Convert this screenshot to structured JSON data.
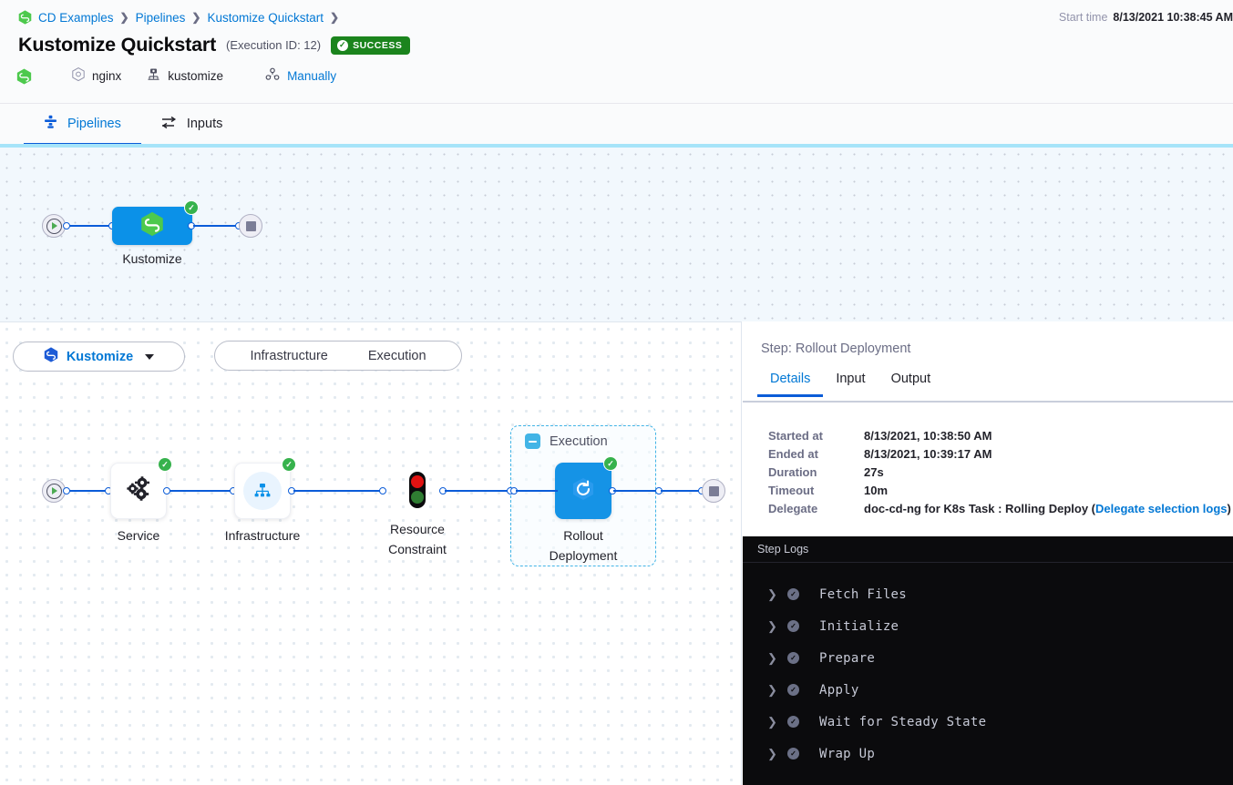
{
  "header": {
    "breadcrumb": [
      {
        "label": "CD Examples",
        "icon": "harness-hexagon-icon"
      },
      {
        "label": "Pipelines"
      },
      {
        "label": "Kustomize Quickstart"
      }
    ],
    "start_time_label": "Start time",
    "start_time_value": "8/13/2021 10:38:45 AM",
    "title": "Kustomize Quickstart",
    "execution_id": "(Execution ID: 12)",
    "status_badge": "SUCCESS",
    "meta": {
      "service_icon": "harness-hexagon-icon",
      "artifact_icon": "docker-hexagon-icon",
      "artifact": "nginx",
      "infra_icon": "kubernetes-service-icon",
      "infra": "kustomize",
      "trigger_icon": "trigger-icon",
      "trigger": "Manually"
    }
  },
  "tabs": [
    {
      "label": "Pipelines",
      "icon": "pipeline-icon",
      "active": true
    },
    {
      "label": "Inputs",
      "icon": "inputs-icon",
      "active": false
    }
  ],
  "pipeline_graph": {
    "stage": {
      "label": "Kustomize",
      "status": "success",
      "icon": "harness-hexagon-icon"
    },
    "start_node": "start-node",
    "end_node": "end-node"
  },
  "stage_selector": {
    "stage_pill": {
      "label": "Kustomize",
      "icon": "kustomize-hexagon-icon",
      "caret": "chevron-down-icon"
    },
    "segments": [
      {
        "label": "Infrastructure"
      },
      {
        "label": "Execution"
      }
    ]
  },
  "execution_graph": {
    "steps": [
      {
        "label": "Service",
        "icon": "service-gears-icon",
        "status": "success"
      },
      {
        "label": "Infrastructure",
        "icon": "infrastructure-hierarchy-icon",
        "status": "success"
      },
      {
        "label": "Resource Constraint",
        "icon": "traffic-light-icon",
        "status": "none"
      },
      {
        "label": "Rollout Deployment",
        "icon": "rolling-deploy-icon",
        "status": "success"
      }
    ],
    "group": {
      "title": "Execution",
      "collapse_icon": "collapse-minus-icon"
    }
  },
  "details_panel": {
    "step_title": "Step: Rollout Deployment",
    "tabs": [
      {
        "label": "Details",
        "active": true
      },
      {
        "label": "Input",
        "active": false
      },
      {
        "label": "Output",
        "active": false
      }
    ],
    "fields": [
      {
        "key": "Started at",
        "value": "8/13/2021, 10:38:50 AM"
      },
      {
        "key": "Ended at",
        "value": "8/13/2021, 10:39:17 AM"
      },
      {
        "key": "Duration",
        "value": "27s"
      },
      {
        "key": "Timeout",
        "value": "10m"
      },
      {
        "key": "Delegate",
        "value": "doc-cd-ng for K8s Task : Rolling Deploy (",
        "link": "Delegate selection logs",
        "value_tail": ")"
      }
    ]
  },
  "logs_panel": {
    "title": "Step Logs",
    "rows": [
      {
        "label": "Fetch Files",
        "status": "success",
        "chevron": "chevron-right-icon"
      },
      {
        "label": "Initialize",
        "status": "success",
        "chevron": "chevron-right-icon"
      },
      {
        "label": "Prepare",
        "status": "success",
        "chevron": "chevron-right-icon"
      },
      {
        "label": "Apply",
        "status": "success",
        "chevron": "chevron-right-icon"
      },
      {
        "label": "Wait for Steady State",
        "status": "success",
        "chevron": "chevron-right-icon"
      },
      {
        "label": "Wrap Up",
        "status": "success",
        "chevron": "chevron-right-icon"
      }
    ]
  },
  "colors": {
    "accent_blue": "#0278d5",
    "edge_blue": "#0b5cd8",
    "success_green": "#37b24d",
    "badge_green": "#1b841d",
    "node_blue": "#0b91e8",
    "group_cyan": "#42b4e6",
    "log_bg": "#0b0b0d"
  }
}
